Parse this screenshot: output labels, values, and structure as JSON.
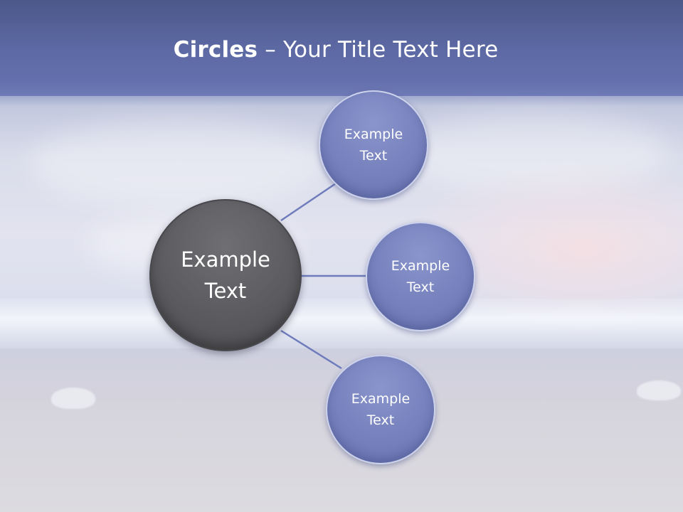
{
  "title": {
    "bold": "Circles",
    "rest": " – Your Title Text Here"
  },
  "center": {
    "line1": "Example",
    "line2": "Text"
  },
  "satellites": [
    {
      "line1": "Example",
      "line2": "Text"
    },
    {
      "line1": "Example",
      "line2": "Text"
    },
    {
      "line1": "Example",
      "line2": "Text"
    }
  ],
  "colors": {
    "title_band": "#5e6aa5",
    "center_circle": "#5a5a5e",
    "satellite_circle": "#7681bd",
    "connector": "#6f7cbc",
    "text": "#ffffff"
  }
}
